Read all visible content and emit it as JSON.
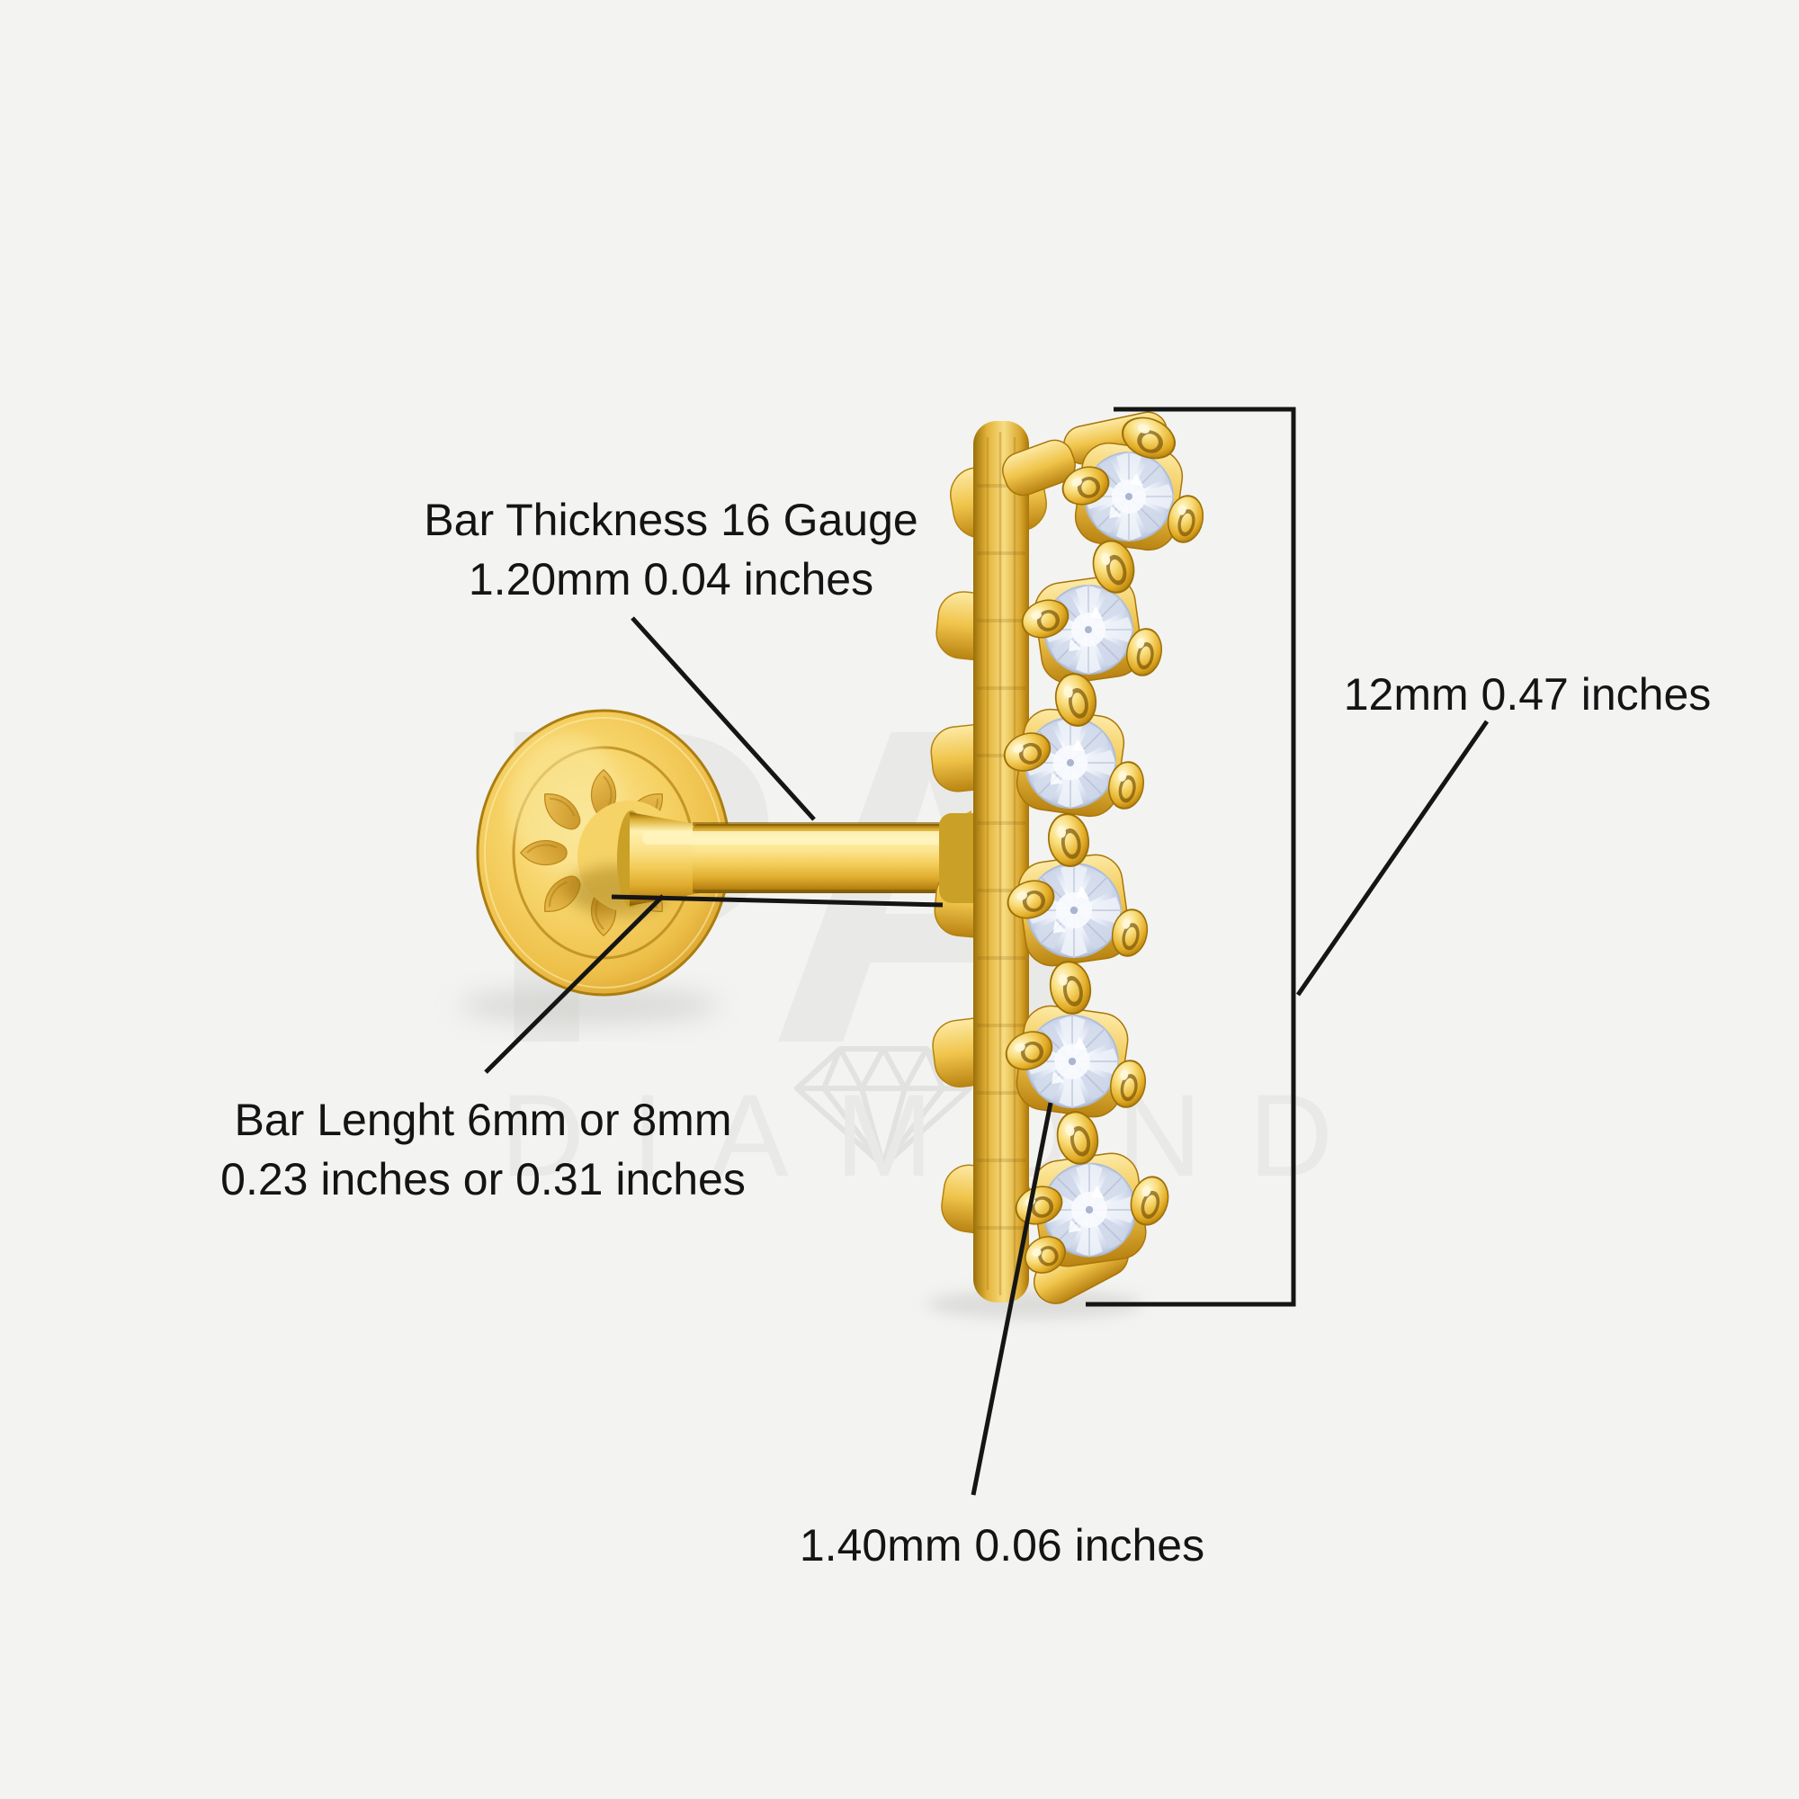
{
  "page": {
    "background": "#f3f3f2",
    "description": "Jewelry product dimension diagram of a gold flat-back labret stud earring with six prong-set round stones"
  },
  "colors": {
    "gold_mid": "#f0c64c",
    "gold_highlight": "#fdf0b6",
    "gold_deep": "#c08c16",
    "stone_tint": "#dce3f1",
    "annotation_line": "#151515",
    "annotation_text": "#141414",
    "watermark": "#e9e9e7"
  },
  "annotations": {
    "bar_thickness": {
      "line1": "Bar Thickness 16 Gauge",
      "line2": "1.20mm 0.04 inches"
    },
    "bar_length": {
      "line1": "Bar Lenght 6mm or 8mm",
      "line2": "0.23 inches or 0.31 inches"
    },
    "total_height": {
      "text": "12mm 0.47 inches"
    },
    "stone_size": {
      "text": "1.40mm 0.06 inches"
    }
  },
  "watermark": {
    "monogram": "PA",
    "word": "DIAMOND"
  },
  "earring": {
    "stone_count": 6,
    "metal_color": "yellow gold",
    "back_type": "flat disc back"
  }
}
